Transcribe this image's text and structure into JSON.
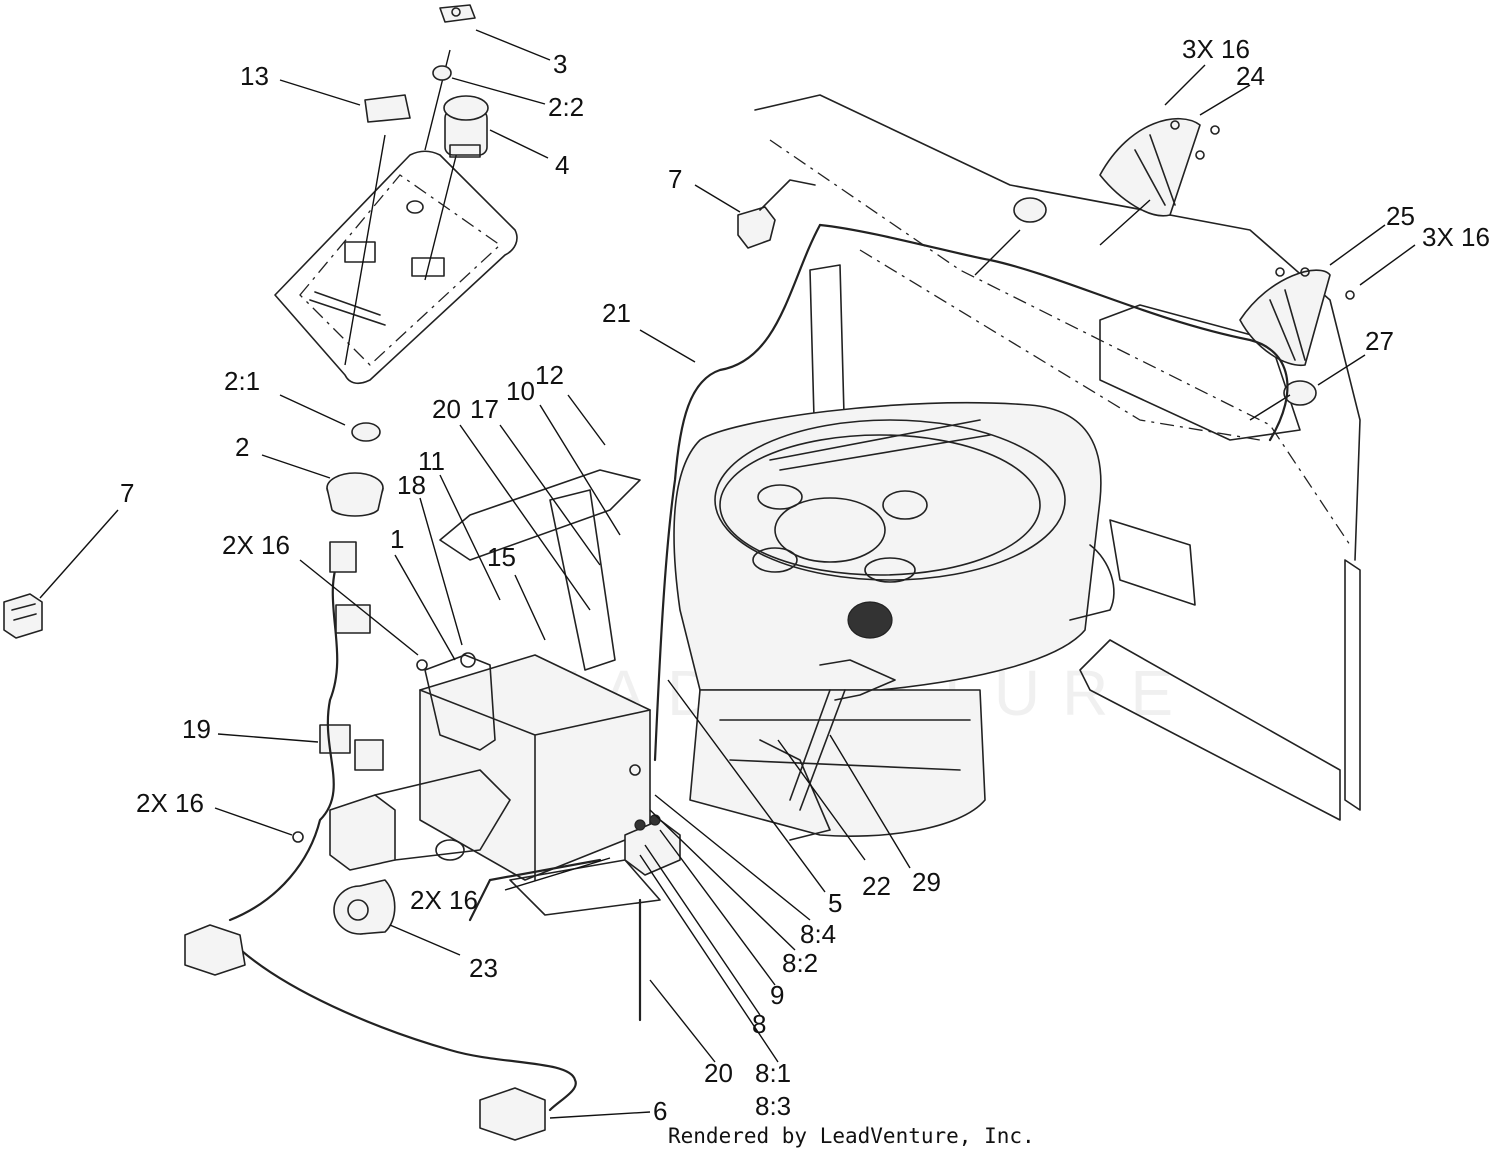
{
  "diagram": {
    "callouts": [
      {
        "id": "c3",
        "text": "3"
      },
      {
        "id": "c2-2",
        "text": "2:2"
      },
      {
        "id": "c4",
        "text": "4"
      },
      {
        "id": "c13",
        "text": "13"
      },
      {
        "id": "c7-top",
        "text": "7"
      },
      {
        "id": "c3x16-top",
        "text": "3X 16"
      },
      {
        "id": "c24",
        "text": "24"
      },
      {
        "id": "c25",
        "text": "25"
      },
      {
        "id": "c3x16-right",
        "text": "3X 16"
      },
      {
        "id": "c27",
        "text": "27"
      },
      {
        "id": "c21",
        "text": "21"
      },
      {
        "id": "c12",
        "text": "12"
      },
      {
        "id": "c10",
        "text": "10"
      },
      {
        "id": "c17",
        "text": "17"
      },
      {
        "id": "c20-top",
        "text": "20"
      },
      {
        "id": "c2-1",
        "text": "2:1"
      },
      {
        "id": "c2",
        "text": "2"
      },
      {
        "id": "c11",
        "text": "11"
      },
      {
        "id": "c18",
        "text": "18"
      },
      {
        "id": "c7-left",
        "text": "7"
      },
      {
        "id": "c1",
        "text": "1"
      },
      {
        "id": "c2x16-a",
        "text": "2X 16"
      },
      {
        "id": "c15",
        "text": "15"
      },
      {
        "id": "c19",
        "text": "19"
      },
      {
        "id": "c2x16-b",
        "text": "2X 16"
      },
      {
        "id": "c2x16-c",
        "text": "2X 16"
      },
      {
        "id": "c23",
        "text": "23"
      },
      {
        "id": "c5",
        "text": "5"
      },
      {
        "id": "c22",
        "text": "22"
      },
      {
        "id": "c29",
        "text": "29"
      },
      {
        "id": "c8-4",
        "text": "8:4"
      },
      {
        "id": "c8-2",
        "text": "8:2"
      },
      {
        "id": "c9",
        "text": "9"
      },
      {
        "id": "c8",
        "text": "8"
      },
      {
        "id": "c20-bottom",
        "text": "20"
      },
      {
        "id": "c8-1",
        "text": "8:1"
      },
      {
        "id": "c8-3",
        "text": "8:3"
      },
      {
        "id": "c6",
        "text": "6"
      }
    ],
    "watermark": "LEADVENTURE",
    "footer": "Rendered by LeadVenture, Inc."
  }
}
